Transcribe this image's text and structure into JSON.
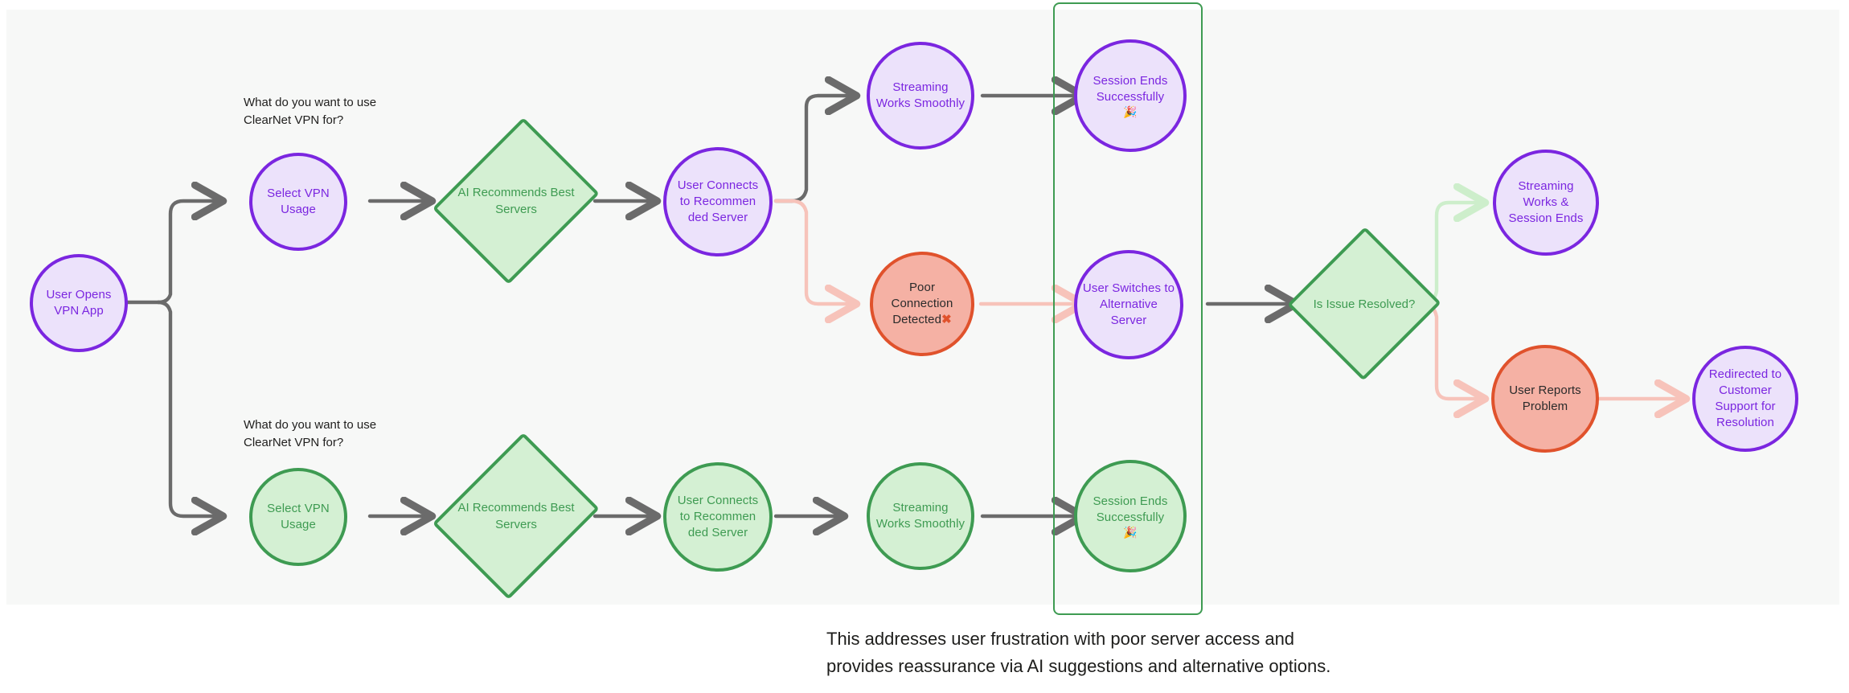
{
  "canvas": {
    "background": "#f7f8f7",
    "page_background": "#ffffff"
  },
  "palette": {
    "purple_border": "#7b26e0",
    "purple_fill": "#ece2fb",
    "purple_text": "#7b26e0",
    "green_border": "#3e9b52",
    "green_fill": "#d4f0d3",
    "green_text": "#3e9b52",
    "red_border": "#e0522c",
    "red_fill": "#f5b1a4",
    "red_text": "#2b2b2b",
    "edge_gray": "#6b6b6b",
    "edge_pink": "#f7c3ba",
    "edge_light_green": "#cdeecb",
    "note_text": "#21201f",
    "caption_text": "#1d1d1b"
  },
  "notes": [
    {
      "id": "note-top",
      "text": "What do you want to use\nClearNet VPN for?"
    },
    {
      "id": "note-bottom",
      "text": "What do you want to use\nClearNet VPN for?"
    }
  ],
  "nodes": {
    "start": {
      "label": "User Opens\nVPN App",
      "shape": "circle",
      "variant": "purple"
    },
    "top_select": {
      "label": "Select VPN\nUsage",
      "shape": "circle",
      "variant": "purple"
    },
    "top_ai": {
      "label": "AI\nRecommends\nBest Servers",
      "shape": "diamond",
      "variant": "green"
    },
    "top_connect": {
      "label": "User\nConnects to\nRecommen\nded Server",
      "shape": "circle",
      "variant": "purple"
    },
    "top_stream_ok": {
      "label": "Streaming\nWorks\nSmoothly",
      "shape": "circle",
      "variant": "purple"
    },
    "top_session_end": {
      "label": "Session\nEnds\nSuccessfully",
      "emoji": "🎉",
      "shape": "circle",
      "variant": "purple"
    },
    "poor_conn": {
      "label": "Poor\nConnection\nDetected",
      "emoji": "✖",
      "shape": "circle",
      "variant": "red"
    },
    "switch_alt": {
      "label": "User\nSwitches to\nAlternative\nServer",
      "shape": "circle",
      "variant": "purple"
    },
    "resolved_q": {
      "label": "Is Issue\nResolved?",
      "shape": "diamond",
      "variant": "green"
    },
    "stream_session_ends": {
      "label": "Streaming\nWorks &\nSession\nEnds",
      "shape": "circle",
      "variant": "purple"
    },
    "report_problem": {
      "label": "User Reports\nProblem",
      "shape": "circle",
      "variant": "red"
    },
    "redirect_support": {
      "label": "Redirected\nto Customer\nSupport for\nResolution",
      "shape": "circle",
      "variant": "purple"
    },
    "bot_select": {
      "label": "Select VPN\nUsage",
      "shape": "circle",
      "variant": "green"
    },
    "bot_ai": {
      "label": "AI\nRecommends\nBest Servers",
      "shape": "diamond",
      "variant": "green"
    },
    "bot_connect": {
      "label": "User\nConnects to\nRecommen\nded Server",
      "shape": "circle",
      "variant": "green"
    },
    "bot_stream_ok": {
      "label": "Streaming\nWorks\nSmoothly",
      "shape": "circle",
      "variant": "green"
    },
    "bot_session_end": {
      "label": "Session\nEnds\nSuccessfully",
      "emoji": "🎉",
      "shape": "circle",
      "variant": "green"
    }
  },
  "caption": {
    "text": "This addresses user frustration with poor server access and\nprovides reassurance via AI suggestions and alternative options."
  }
}
